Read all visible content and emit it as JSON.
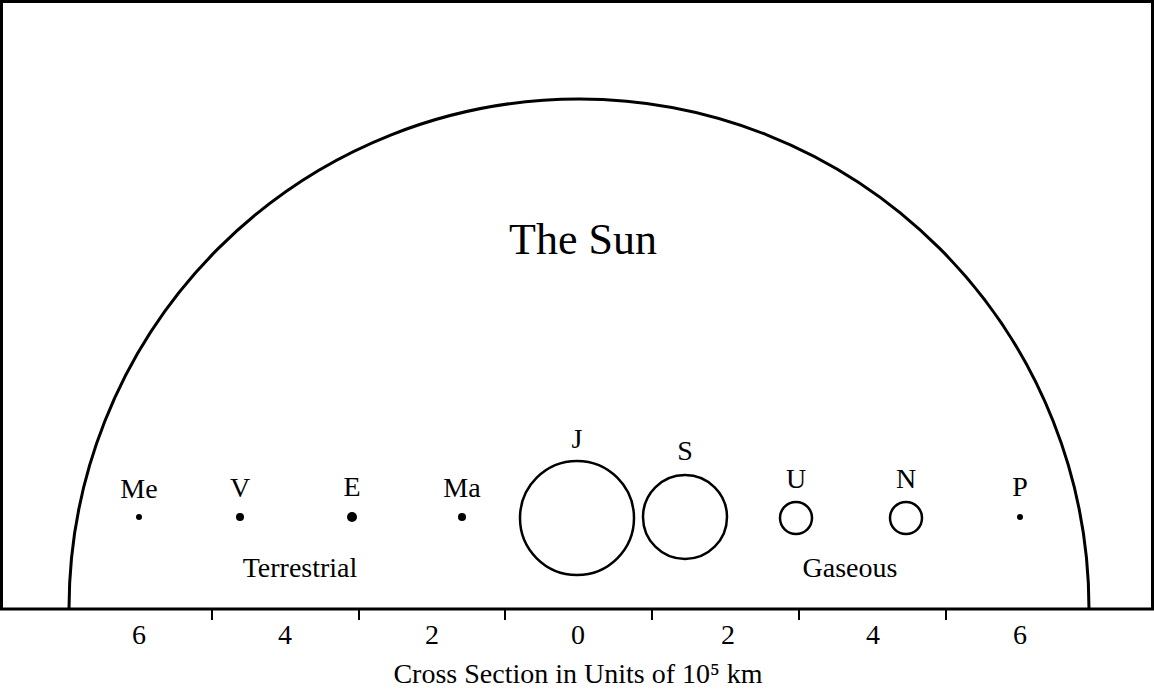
{
  "diagram": {
    "nodes": [
      {
        "text": [
          "The Sun"
        ]
      },
      {
        "text": [
          "Me"
        ],
        "in": 0
      },
      {
        "text": [
          "V"
        ],
        "in": 0
      },
      {
        "text": [
          "E"
        ],
        "in": 0
      },
      {
        "text": [
          "Ma"
        ],
        "in": 0
      },
      {
        "text": [
          "J"
        ],
        "in": 0
      },
      {
        "text": [
          "S"
        ],
        "in": 0
      },
      {
        "text": [
          "U"
        ],
        "in": 0
      },
      {
        "text": [
          "N"
        ],
        "in": 0
      },
      {
        "text": [
          "P"
        ],
        "in": 0
      }
    ],
    "labels": [
      "Terrestrial",
      "Gaseous",
      "6",
      "4",
      "2",
      "0",
      "2",
      "4",
      "6",
      "Cross Section in Units of 10⁵ km"
    ]
  }
}
